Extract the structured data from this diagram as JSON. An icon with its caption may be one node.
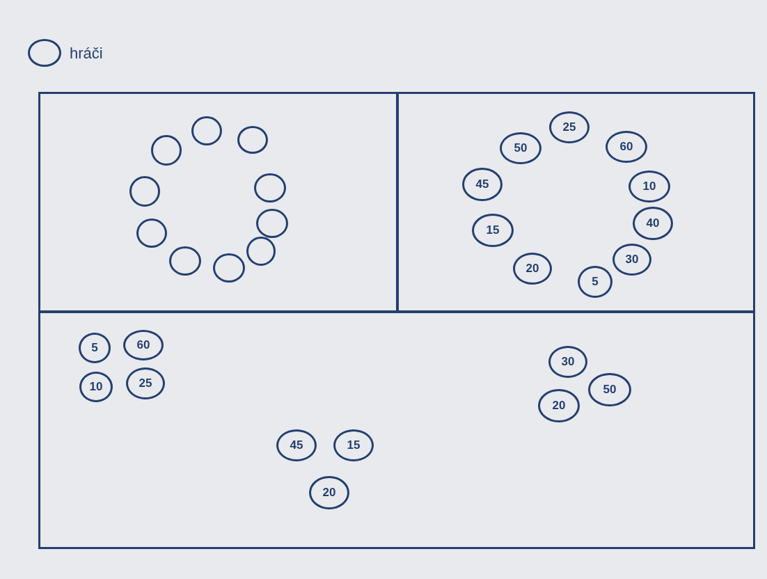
{
  "diagram": {
    "nodes": [
      {
        "text": [],
        "shape": "box"
      },
      {
        "text": [],
        "shape": "circle",
        "in": 0
      },
      {
        "text": [],
        "shape": "circle",
        "in": 0
      },
      {
        "text": [],
        "shape": "circle",
        "in": 0
      },
      {
        "text": [],
        "shape": "circle",
        "in": 0
      },
      {
        "text": [],
        "shape": "circle",
        "in": 0
      },
      {
        "text": [],
        "shape": "circle",
        "in": 0
      },
      {
        "text": [],
        "shape": "circle",
        "in": 0
      },
      {
        "text": [],
        "shape": "circle",
        "in": 0
      },
      {
        "text": [],
        "shape": "circle",
        "in": 0
      },
      {
        "text": [],
        "shape": "circle",
        "in": 0
      },
      {
        "text": [],
        "shape": "box"
      },
      {
        "text": [
          "25"
        ],
        "in": 11
      },
      {
        "text": [
          "50"
        ],
        "in": 11
      },
      {
        "text": [
          "60"
        ],
        "in": 11
      },
      {
        "text": [
          "45"
        ],
        "in": 11
      },
      {
        "text": [
          "10"
        ],
        "in": 11
      },
      {
        "text": [
          "40"
        ],
        "in": 11
      },
      {
        "text": [
          "15"
        ],
        "in": 11
      },
      {
        "text": [
          "30"
        ],
        "in": 11
      },
      {
        "text": [
          "20"
        ],
        "in": 11
      },
      {
        "text": [
          "5"
        ],
        "in": 11
      },
      {
        "text": [],
        "shape": "box"
      },
      {
        "text": [
          "5"
        ],
        "in": 22
      },
      {
        "text": [
          "60"
        ],
        "in": 22
      },
      {
        "text": [
          "10"
        ],
        "in": 22
      },
      {
        "text": [
          "25"
        ],
        "in": 22
      },
      {
        "text": [
          "45"
        ],
        "in": 22
      },
      {
        "text": [
          "15"
        ],
        "in": 22
      },
      {
        "text": [
          "20"
        ],
        "in": 22
      },
      {
        "text": [
          "30"
        ],
        "in": 22
      },
      {
        "text": [
          "50"
        ],
        "in": 22
      },
      {
        "text": [
          "20"
        ],
        "in": 22
      }
    ],
    "edges": [],
    "legend": [
      {
        "text": "hráči"
      }
    ]
  }
}
